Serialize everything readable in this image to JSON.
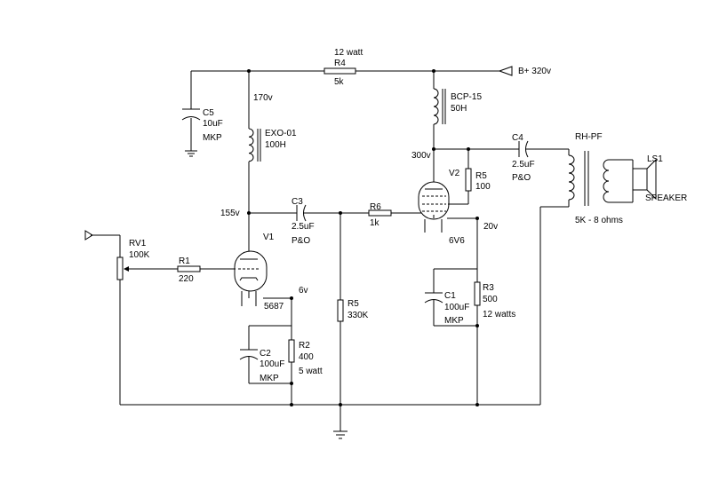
{
  "diagram": {
    "supply": {
      "label": "B+ 320v"
    },
    "r4": {
      "power": "12 watt",
      "ref": "R4",
      "value": "5k"
    },
    "c5": {
      "ref": "C5",
      "value": "10uF",
      "type": "MKP"
    },
    "exo": {
      "voltage": "170v",
      "ref": "EXO-01",
      "value": "100H"
    },
    "bcp": {
      "ref": "BCP-15",
      "value": "50H"
    },
    "v2_plate": {
      "voltage": "300v"
    },
    "c4": {
      "ref": "C4",
      "value": "2.5uF",
      "type": "P&O"
    },
    "transformer": {
      "ref": "RH-PF",
      "ratio": "5K - 8 ohms"
    },
    "speaker": {
      "ref": "LS1",
      "name": "SPEAKER"
    },
    "v2": {
      "ref": "V2",
      "type": "6V6",
      "cathode_voltage": "20v"
    },
    "r5_screen": {
      "ref": "R5",
      "value": "100"
    },
    "v1_plate": {
      "voltage": "155v"
    },
    "c3": {
      "ref": "C3",
      "value": "2.5uF",
      "type": "P&O"
    },
    "r6": {
      "ref": "R6",
      "value": "1k"
    },
    "rv1": {
      "ref": "RV1",
      "value": "100K"
    },
    "r1": {
      "ref": "R1",
      "value": "220"
    },
    "v1": {
      "ref": "V1",
      "type": "5687",
      "cathode_voltage": "6v"
    },
    "r5_grid": {
      "ref": "R5",
      "value": "330K"
    },
    "c1": {
      "ref": "C1",
      "value": "100uF",
      "type": "MKP"
    },
    "r3": {
      "ref": "R3",
      "value": "500",
      "power": "12 watts"
    },
    "c2": {
      "ref": "C2",
      "value": "100uF",
      "type": "MKP"
    },
    "r2": {
      "ref": "R2",
      "value": "400",
      "power": "5 watt"
    }
  }
}
